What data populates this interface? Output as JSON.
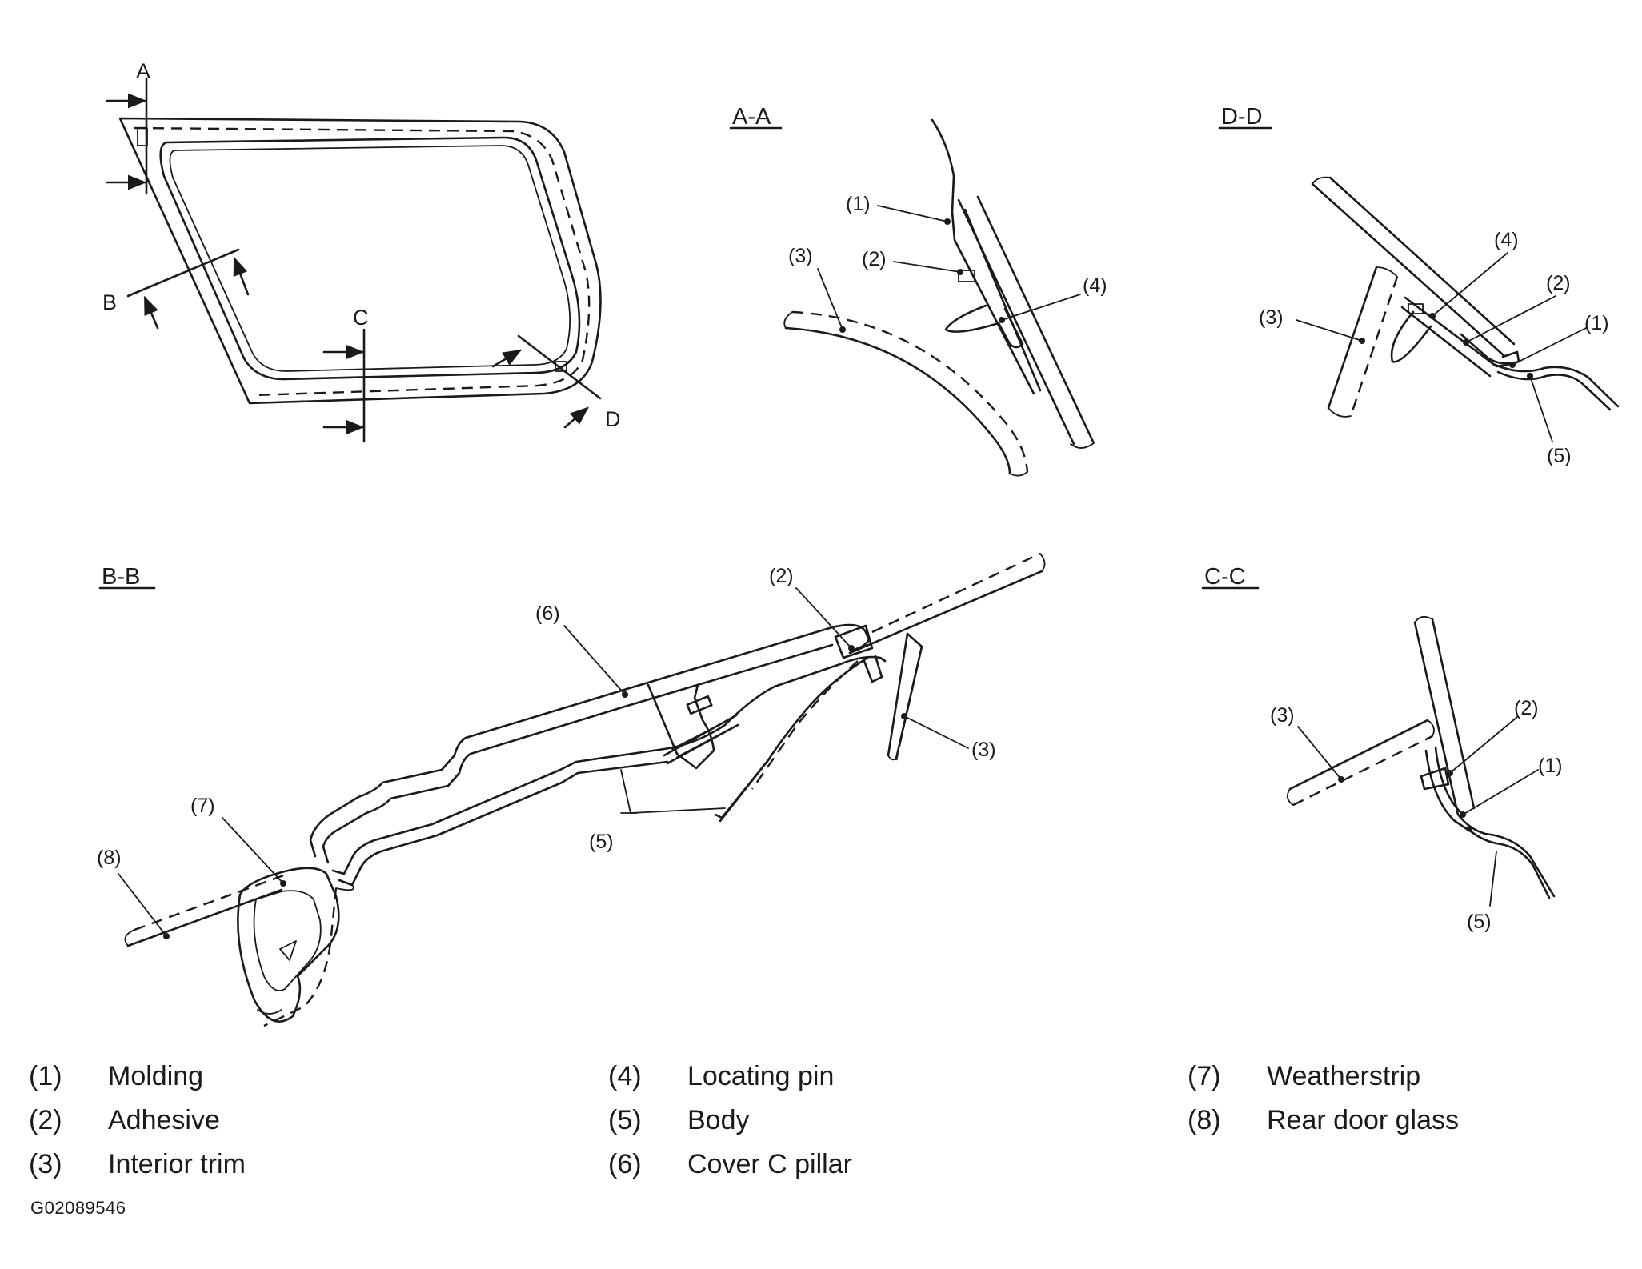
{
  "overview": {
    "cut_labels": [
      "A",
      "B",
      "C",
      "D"
    ]
  },
  "sections": {
    "aa": {
      "title": "A-A",
      "callouts": [
        "(1)",
        "(2)",
        "(3)",
        "(4)"
      ]
    },
    "dd": {
      "title": "D-D",
      "callouts": [
        "(3)",
        "(4)",
        "(2)",
        "(1)",
        "(5)"
      ]
    },
    "bb": {
      "title": "B-B",
      "callouts": [
        "(2)",
        "(6)",
        "(3)",
        "(5)",
        "(7)",
        "(8)"
      ]
    },
    "cc": {
      "title": "C-C",
      "callouts": [
        "(3)",
        "(2)",
        "(1)",
        "(5)"
      ]
    }
  },
  "legend": {
    "items": [
      {
        "num": "(1)",
        "label": "Molding"
      },
      {
        "num": "(2)",
        "label": "Adhesive"
      },
      {
        "num": "(3)",
        "label": "Interior trim"
      },
      {
        "num": "(4)",
        "label": "Locating pin"
      },
      {
        "num": "(5)",
        "label": "Body"
      },
      {
        "num": "(6)",
        "label": "Cover C pillar"
      },
      {
        "num": "(7)",
        "label": "Weatherstrip"
      },
      {
        "num": "(8)",
        "label": "Rear door glass"
      }
    ]
  },
  "figure_id": "G02089546"
}
